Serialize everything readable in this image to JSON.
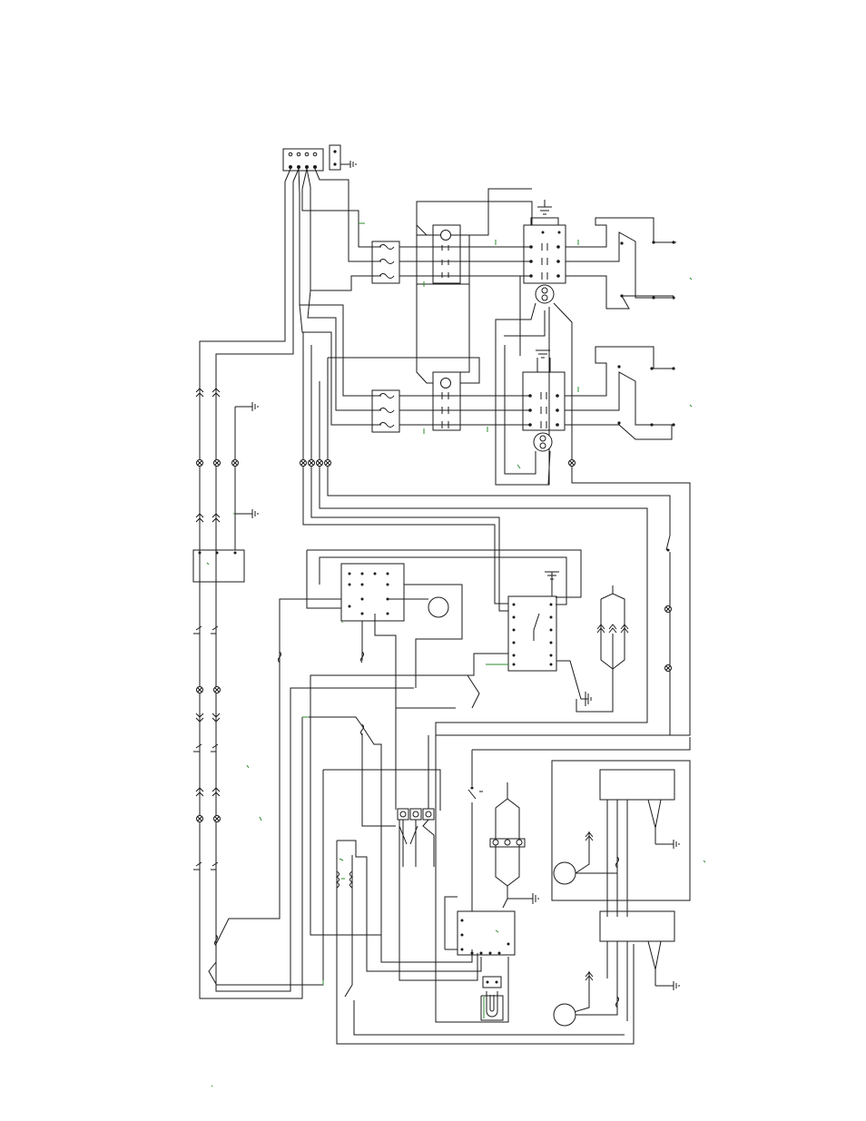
{
  "diagram": {
    "type": "wiring-schematic",
    "labels": [],
    "colors": {
      "wire": "#1a1a1a",
      "accent_wire": "#2e8b2e",
      "background": "#ffffff"
    },
    "components": [
      "terminal-block",
      "ground-terminal",
      "fuse-block-upper",
      "fuse-block-lower",
      "contactor-upper",
      "contactor-lower",
      "relay-upper",
      "relay-lower",
      "motor-upper",
      "motor-lower",
      "lamp-column",
      "control-board",
      "control-relay",
      "motor-circle-mid",
      "timer-module",
      "heating-element-upper",
      "heating-element-lower",
      "transformer",
      "control-module-lower",
      "thermostat-u",
      "limit-switch",
      "terminal-strip",
      "sub-panel-upper",
      "sub-panel-lower",
      "motor-circle-panel-upper",
      "motor-circle-panel-lower"
    ]
  }
}
